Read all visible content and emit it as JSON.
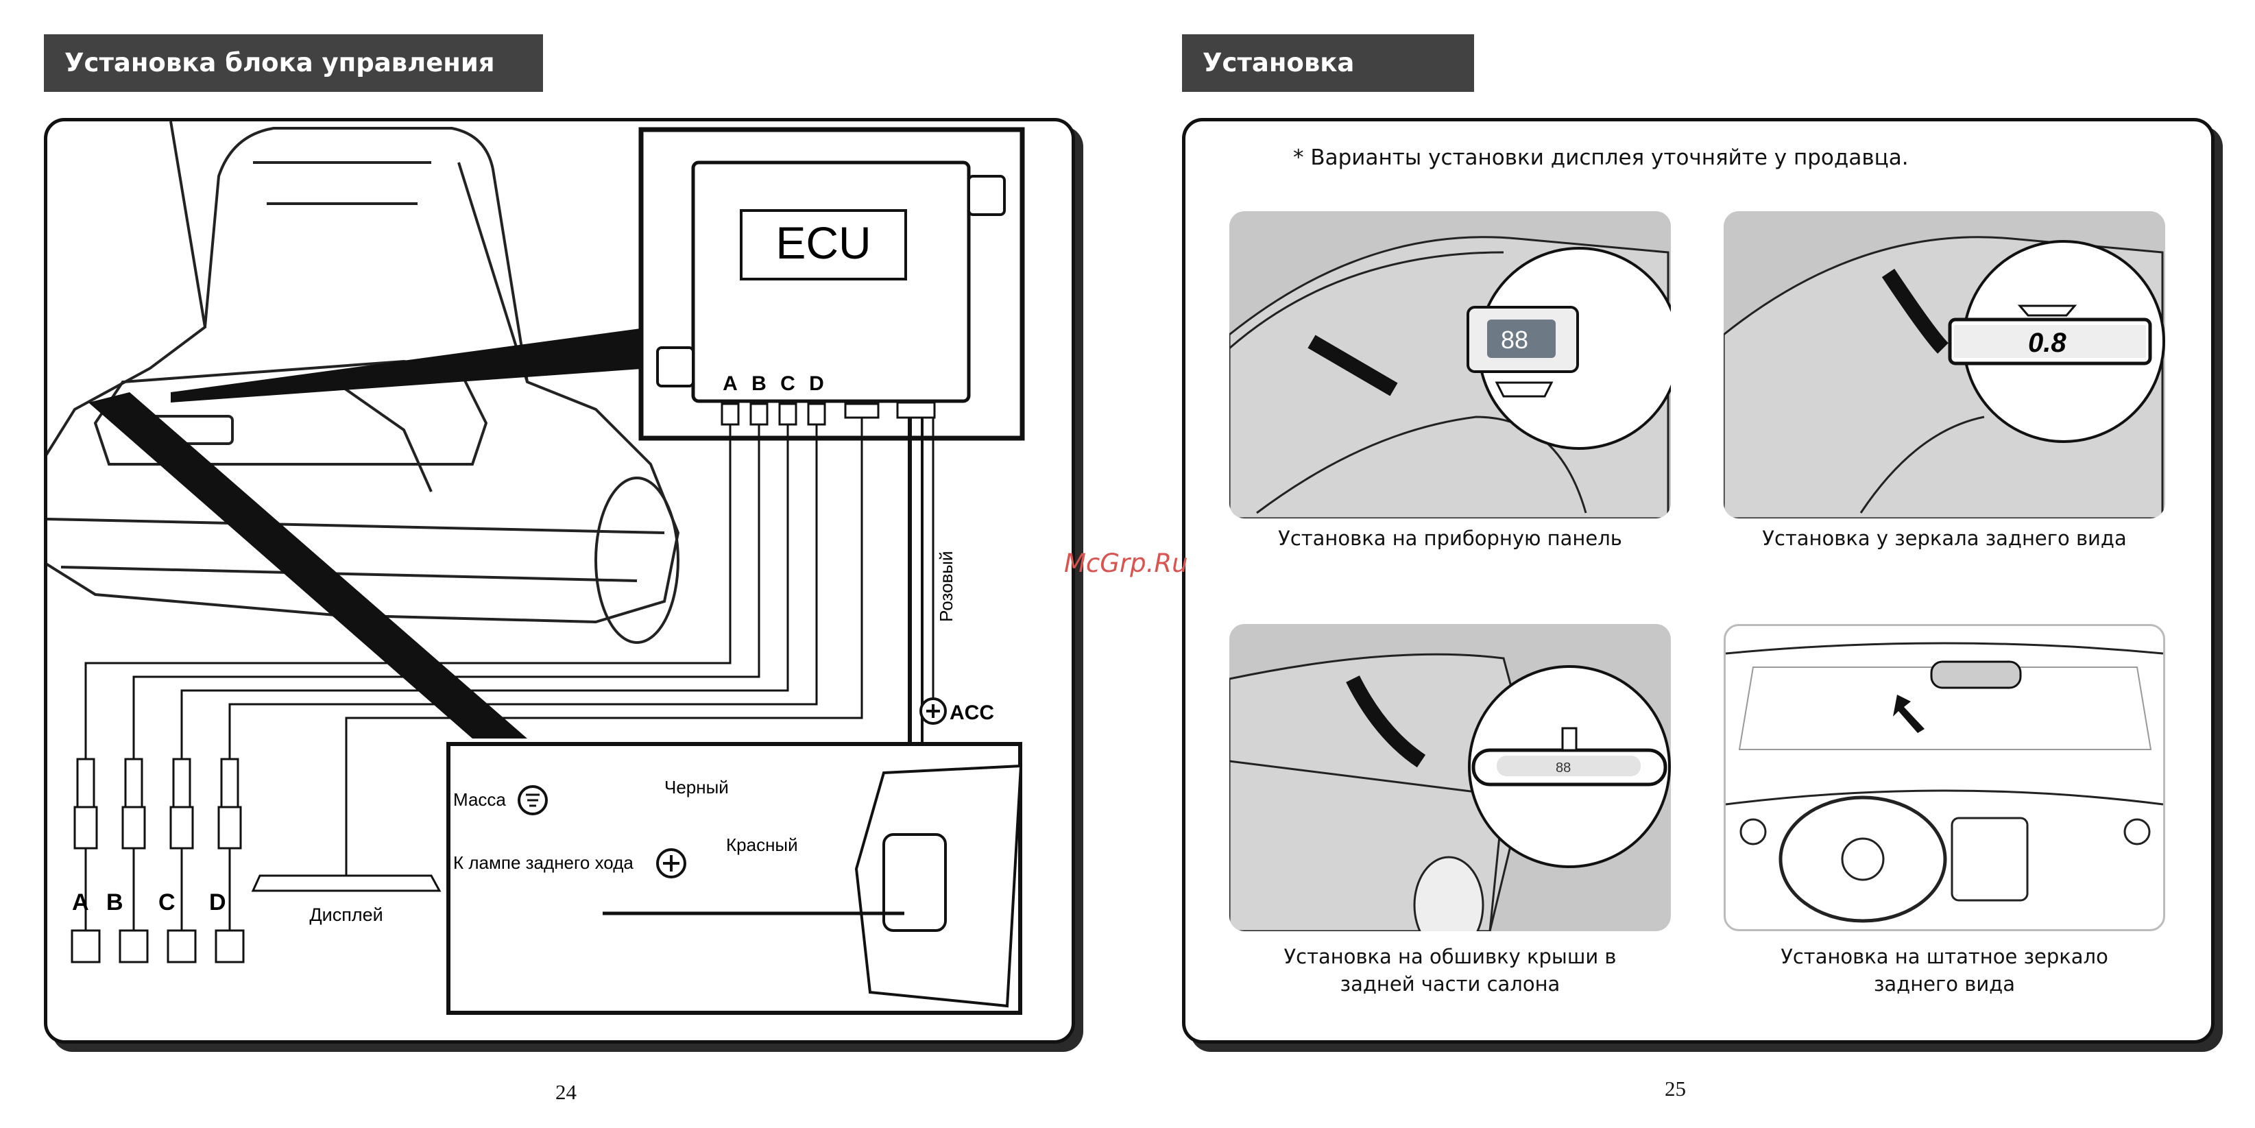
{
  "left_page": {
    "title": "Установка блока управления ECU",
    "ecu_label": "ECU",
    "port_labels": [
      "A",
      "B",
      "C",
      "D"
    ],
    "sensor_labels": [
      "A",
      "B",
      "C",
      "D"
    ],
    "display_label": "Дисплей",
    "wire_pink": "Розовый",
    "acc_label": "ACC",
    "ground_label": "Масса",
    "ground_wire": "Черный",
    "reverse_label": "К лампе заднего хода",
    "reverse_wire": "Красный",
    "page_number": "24"
  },
  "right_page": {
    "title": "Установка дисплея *",
    "note": "* Варианты установки дисплея уточняйте у продавца.",
    "options": [
      {
        "caption_lines": [
          "Установка на приборную панель"
        ],
        "display_text": "88"
      },
      {
        "caption_lines": [
          "Установка у зеркала заднего вида"
        ],
        "display_text": "0.8"
      },
      {
        "caption_lines": [
          "Установка на обшивку крыши в",
          "задней части салона"
        ],
        "display_text": "88"
      },
      {
        "caption_lines": [
          "Установка на штатное зеркало",
          "заднего вида"
        ],
        "display_text": ""
      }
    ],
    "page_number": "25"
  },
  "watermark": "McGrp.Ru",
  "colors": {
    "header_bg": "#424242",
    "card_bg": "#c7c7c7",
    "watermark": "#d9534f"
  }
}
